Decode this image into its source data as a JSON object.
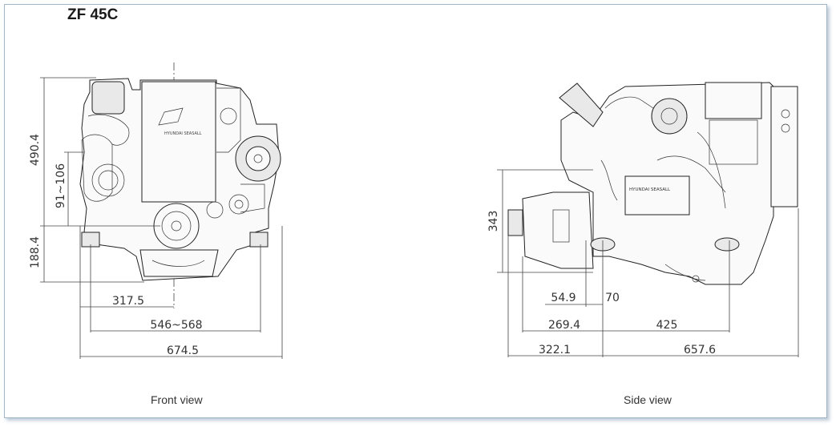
{
  "title": "ZF 45C",
  "front_view": {
    "caption": "Front view",
    "dims": {
      "height_total": "490.4",
      "height_upper": "91~106",
      "height_lower": "188.4",
      "width_half": "317.5",
      "width_mount": "546~568",
      "width_total": "674.5"
    },
    "logo_text": "HYUNDAI SEASALL"
  },
  "side_view": {
    "caption": "Side view",
    "dims": {
      "height": "343",
      "offset_a": "54.9",
      "offset_b": "70",
      "len_a": "269.4",
      "len_b": "425",
      "len_rear": "322.1",
      "len_front": "657.6"
    },
    "label_text": "HYUNDAI SEASALL"
  }
}
